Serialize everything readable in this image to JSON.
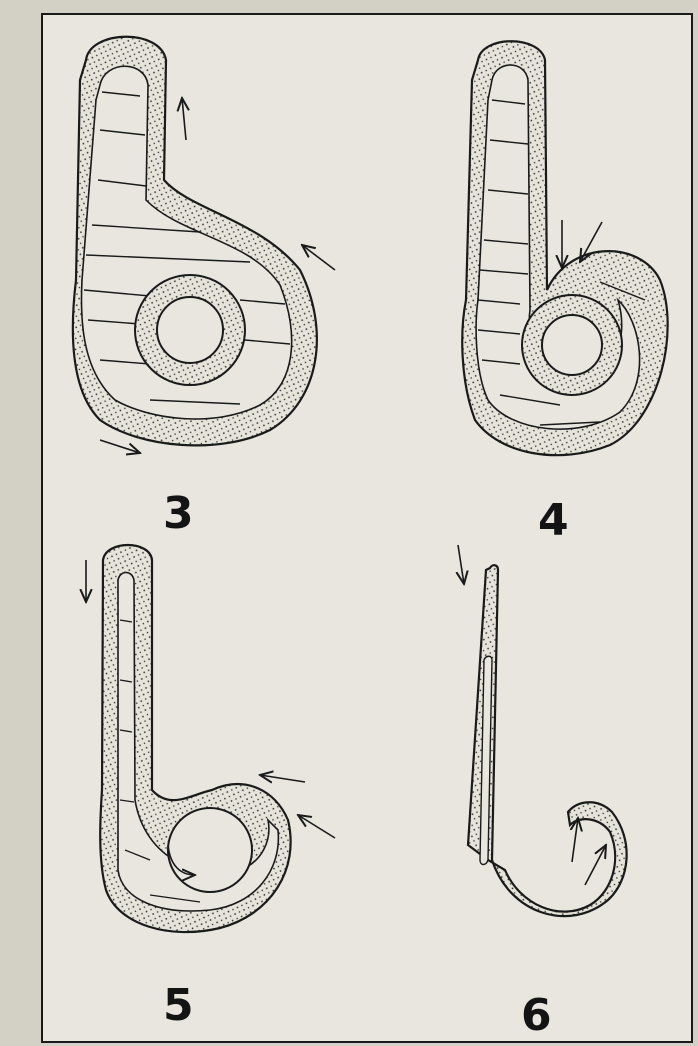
{
  "panels": [
    {
      "id": "3",
      "label": "3"
    },
    {
      "id": "4",
      "label": "4"
    },
    {
      "id": "5",
      "label": "5"
    },
    {
      "id": "6",
      "label": "6"
    }
  ],
  "colors": {
    "background": "#d9d6cc",
    "paper": "#e8e6df",
    "ink": "#1a1a1a",
    "stipple_fill": "#e6e3da"
  }
}
